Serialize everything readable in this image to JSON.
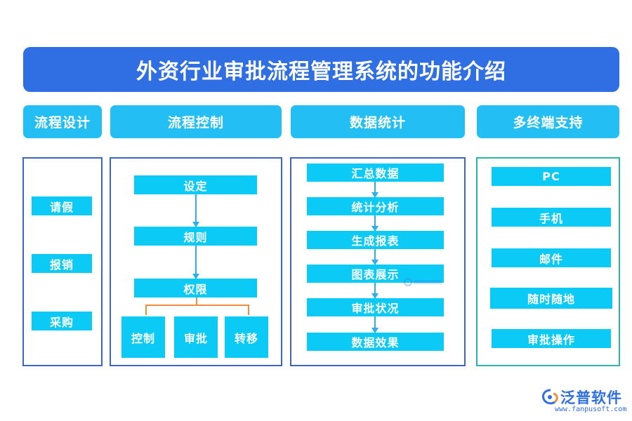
{
  "title": "外资行业审批流程管理系统的功能介绍",
  "columns": {
    "design": {
      "header": "流程设计",
      "items": [
        "请假",
        "报销",
        "采购"
      ]
    },
    "control": {
      "header": "流程控制",
      "flow": [
        "设定",
        "规则",
        "权限"
      ],
      "branches": [
        "控制",
        "审批",
        "转移"
      ]
    },
    "stats": {
      "header": "数据统计",
      "flow": [
        "汇总数据",
        "统计分析",
        "生成报表",
        "图表展示",
        "审批状况",
        "数据效果"
      ]
    },
    "terminal": {
      "header": "多终端支持",
      "items": [
        "PC",
        "手机",
        "邮件",
        "随时随地",
        "审批操作"
      ]
    }
  },
  "brand": {
    "name": "泛普软件",
    "url": "www.fanpusoft.com"
  },
  "colors": {
    "title_bg": "#2f6fe3",
    "header_bg": "#23bff4",
    "item_bg": "#0ccaf6",
    "panel_border": "#3d64c7",
    "panel_border_teal": "#2ab6a6",
    "bracket": "#f08c3a"
  }
}
